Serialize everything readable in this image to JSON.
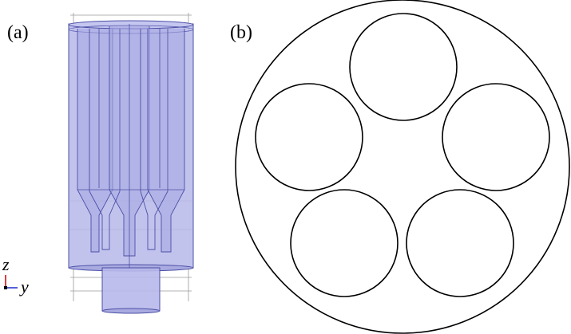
{
  "panels": {
    "a": {
      "label": "(a)"
    },
    "b": {
      "label": "(b)"
    }
  },
  "axes_triad": {
    "vertical": "z",
    "horizontal": "y"
  },
  "colors": {
    "body_fill": "#b7b8ea",
    "body_stroke": "#4b4fa5",
    "grid_line": "#9a9a9a",
    "circle_stroke": "#000000",
    "triad_red": "#cc0000",
    "triad_blue": "#1b2dcc"
  },
  "cross_section": {
    "outer_circles": 1,
    "inner_circles": 5
  }
}
